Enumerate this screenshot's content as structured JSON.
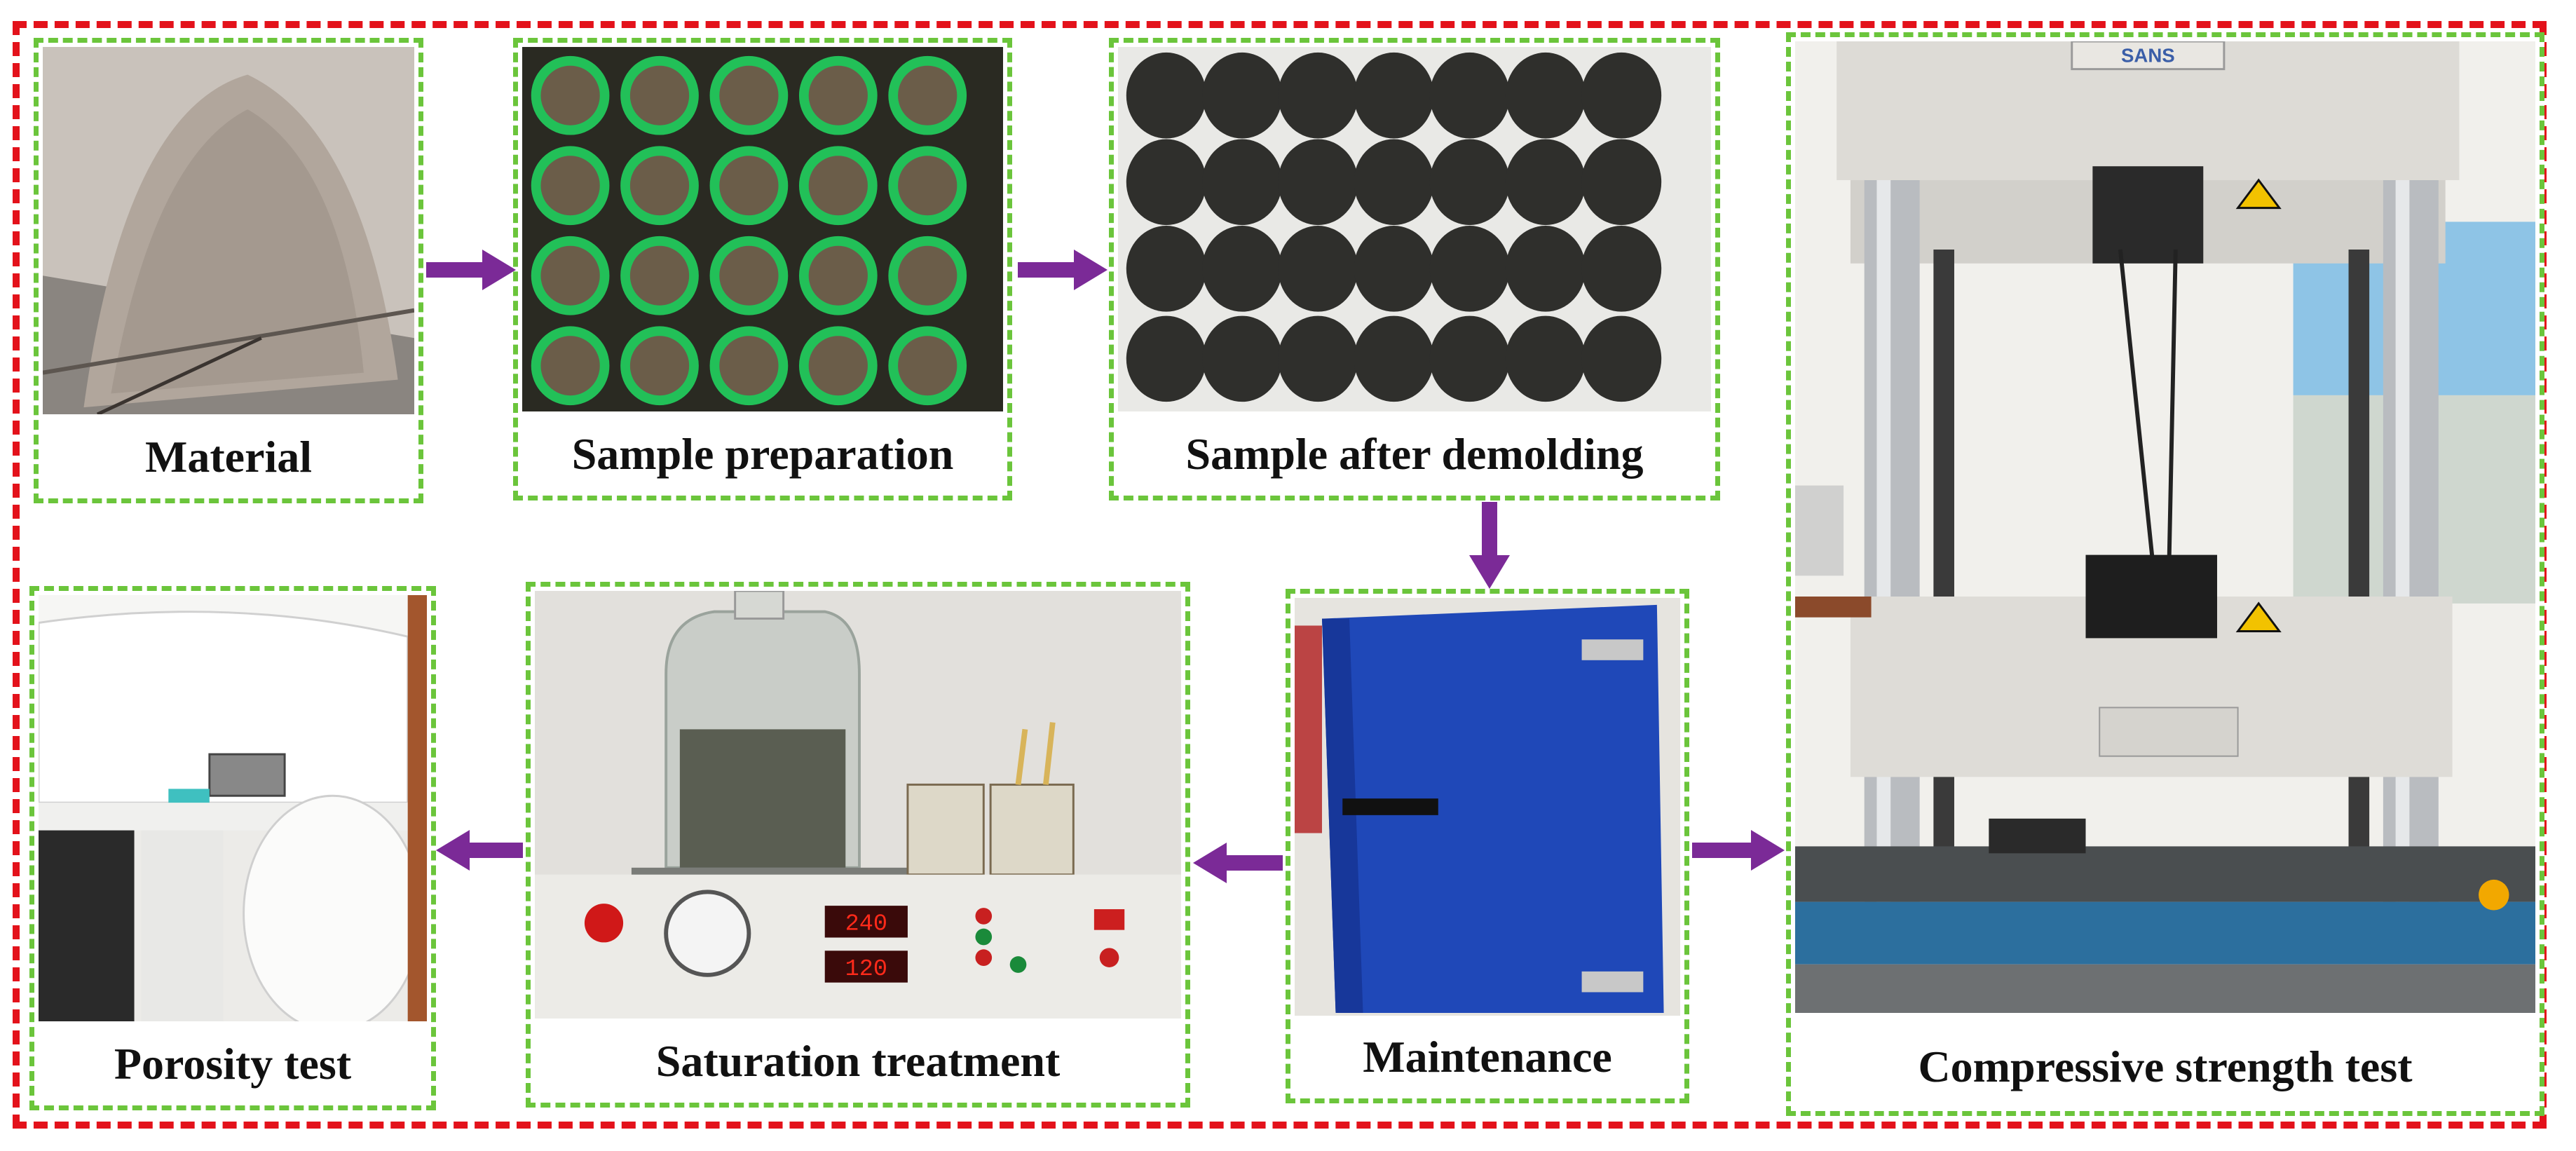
{
  "steps": {
    "material": "Material",
    "sample_preparation": "Sample preparation",
    "sample_after_demolding": "Sample after demolding",
    "maintenance": "Maintenance",
    "saturation_treatment": "Saturation treatment",
    "porosity_test": "Porosity test",
    "compressive_strength_test": "Compressive strength test"
  },
  "machine_brand": "SANS",
  "saturation_display": {
    "top": "240",
    "bottom": "120"
  },
  "colors": {
    "outer_border": "#e3121b",
    "step_border": "#6bc53b",
    "arrow": "#7b2a97"
  }
}
